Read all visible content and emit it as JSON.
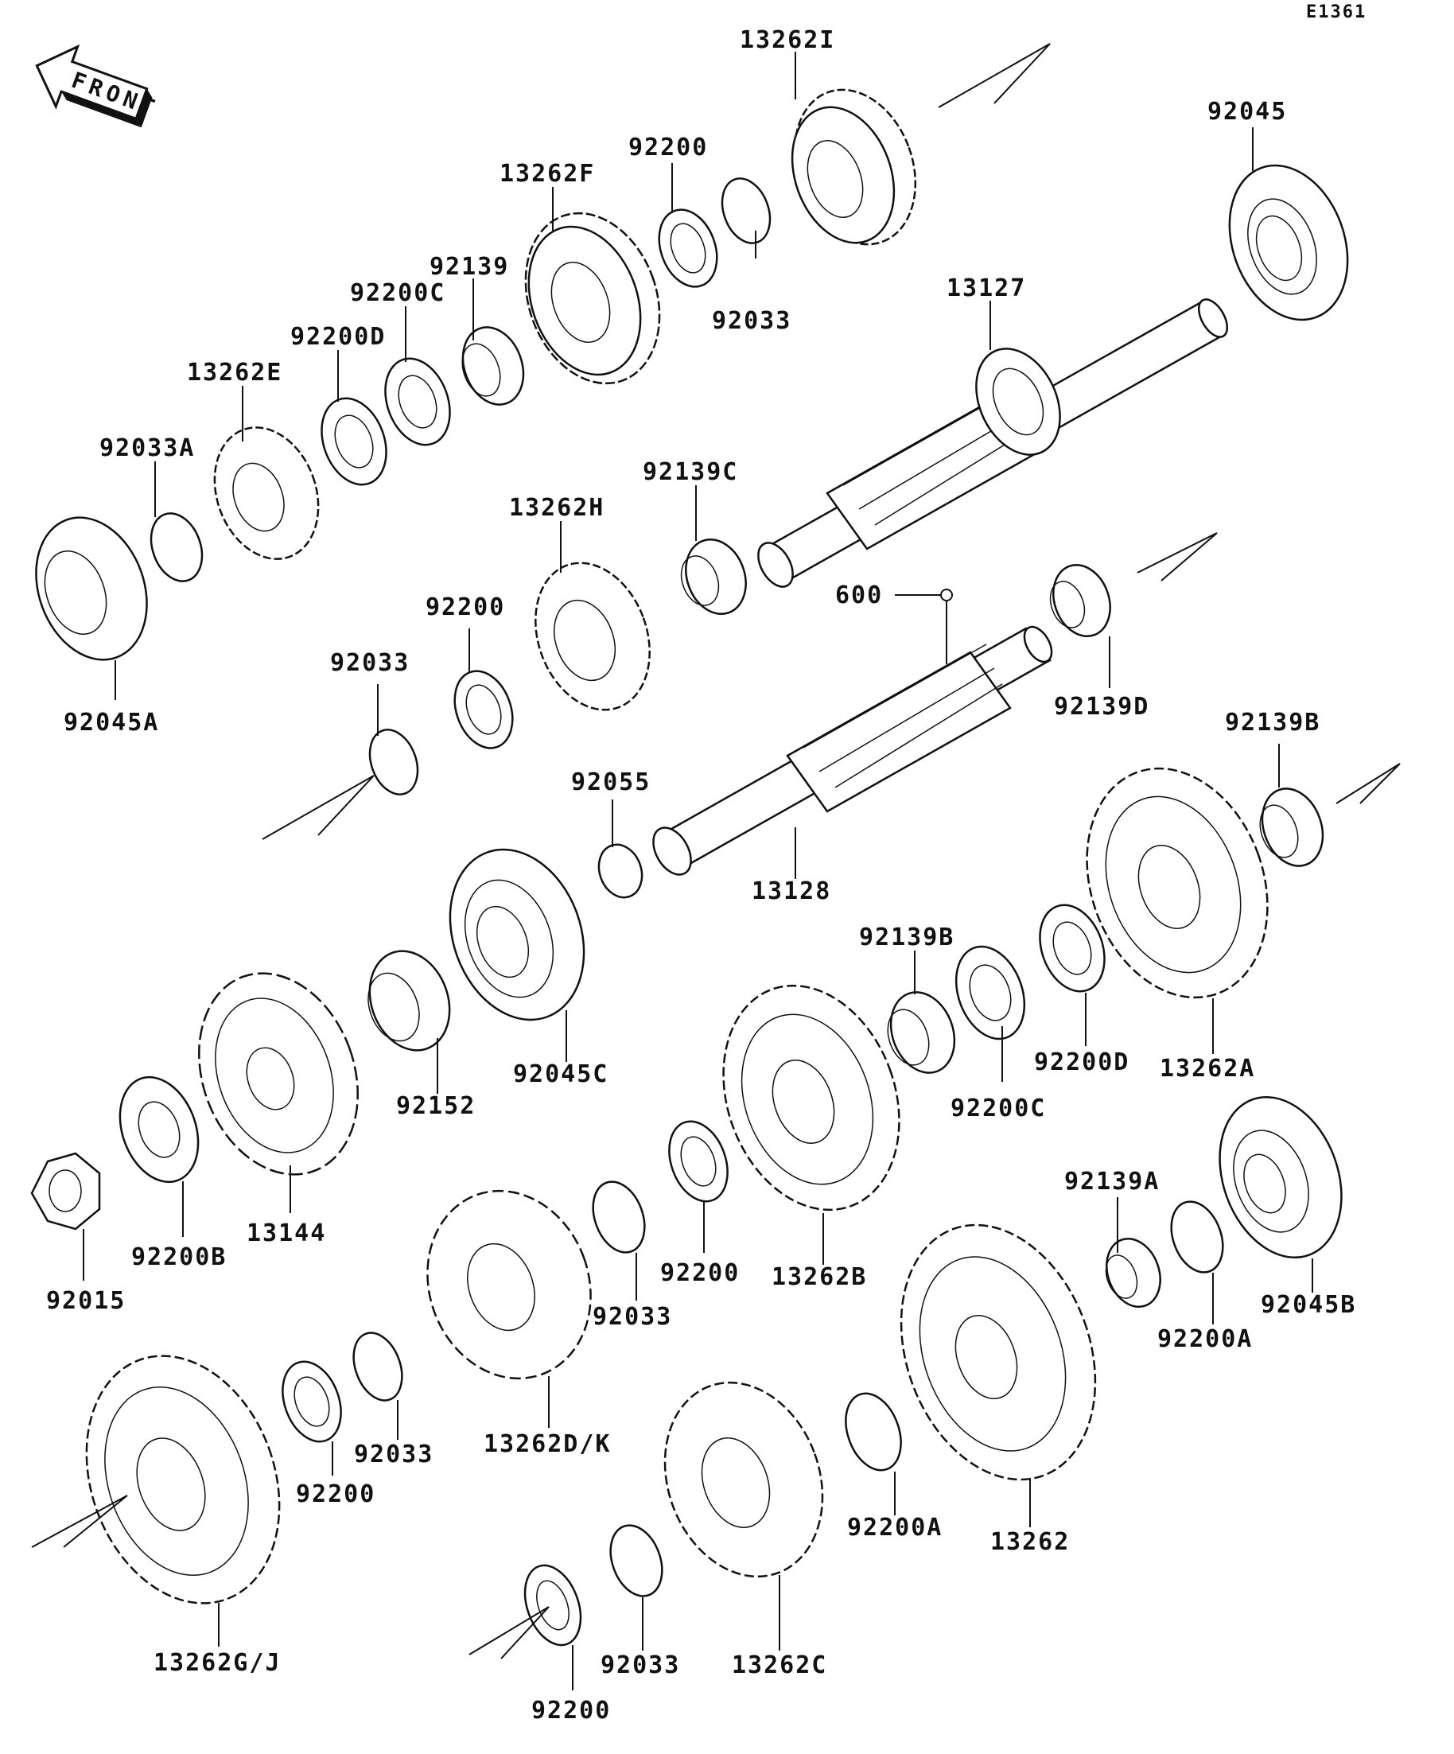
{
  "ref_code": "E1361",
  "front_label": "FRONT",
  "labels": {
    "l_13262I": "13262I",
    "l_92045_top": "92045",
    "l_92200_top": "92200",
    "l_13262F": "13262F",
    "l_92139": "92139",
    "l_92200C_top": "92200C",
    "l_92033_top": "92033",
    "l_13127": "13127",
    "l_92200D_top": "92200D",
    "l_13262E": "13262E",
    "l_92033A": "92033A",
    "l_92139C": "92139C",
    "l_13262H": "13262H",
    "l_92200_mid": "92200",
    "l_600": "600",
    "l_92033_mid": "92033",
    "l_92045A": "92045A",
    "l_92139D": "92139D",
    "l_92139B_top": "92139B",
    "l_92055": "92055",
    "l_13128": "13128",
    "l_92139B_mid": "92139B",
    "l_92200D_low": "92200D",
    "l_13262A": "13262A",
    "l_92045C": "92045C",
    "l_92152": "92152",
    "l_92200C_low": "92200C",
    "l_92139A": "92139A",
    "l_13144": "13144",
    "l_92200B": "92200B",
    "l_92015": "92015",
    "l_92200_low1": "92200",
    "l_92033_low1": "92033",
    "l_13262B": "13262B",
    "l_92045B": "92045B",
    "l_92200A_right": "92200A",
    "l_92200_low2": "92200",
    "l_92033_low2": "92033",
    "l_13262DK": "13262D/K",
    "l_13262GJ": "13262G/J",
    "l_92200A_low": "92200A",
    "l_13262": "13262",
    "l_92033_bottom": "92033",
    "l_13262C": "13262C",
    "l_92200_bottom": "92200"
  }
}
